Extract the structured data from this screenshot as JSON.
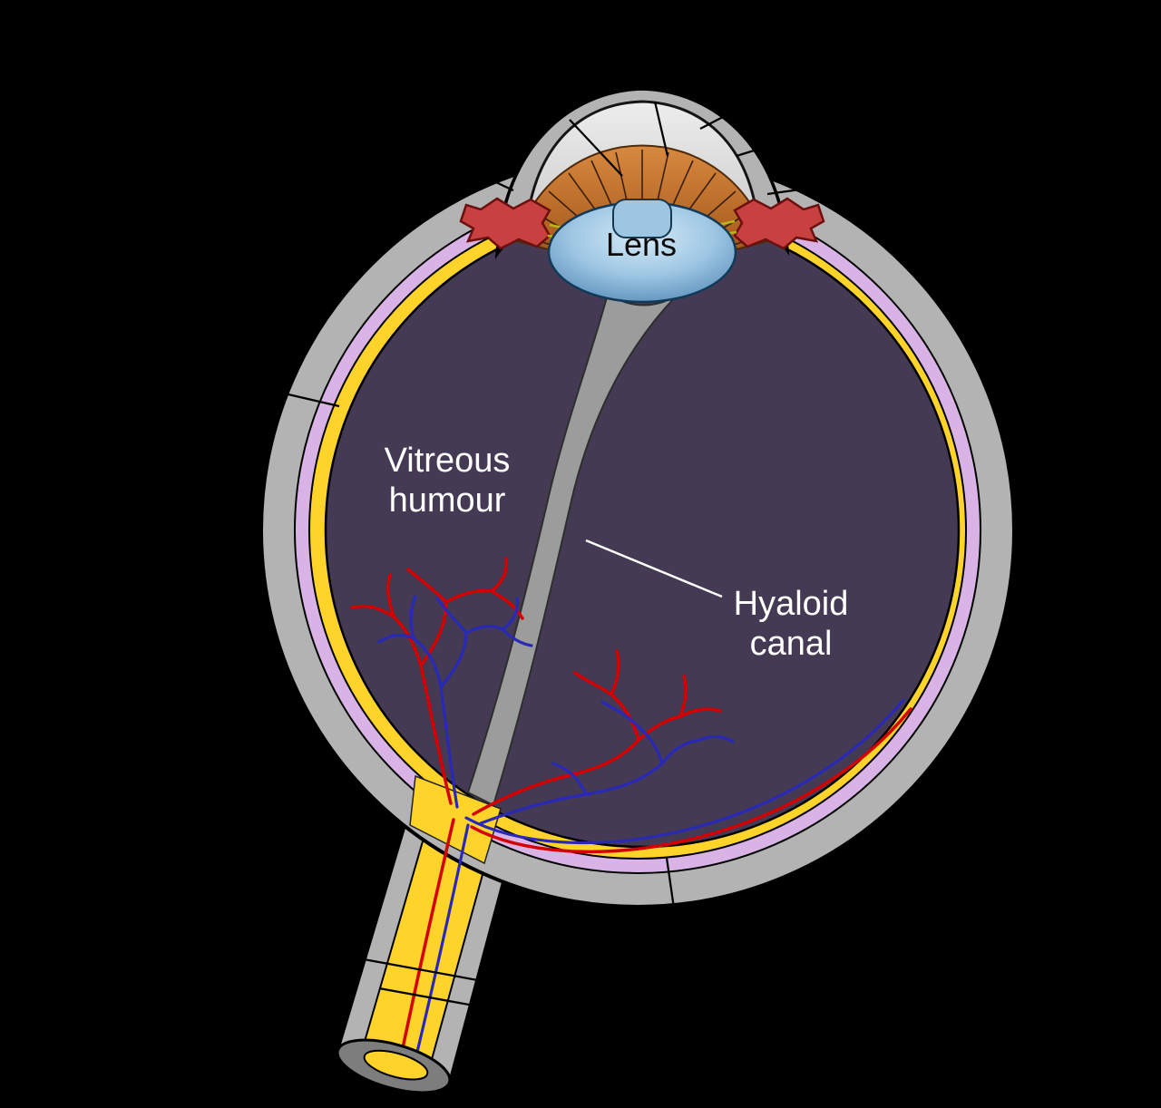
{
  "figure": {
    "type": "anatomical-diagram",
    "subject": "human-eye-cross-section",
    "labels": {
      "lens": "Lens",
      "vitreous": {
        "line1": "Vitreous",
        "line2": "humour"
      },
      "hyaloid": {
        "line1": "Hyaloid",
        "line2": "canal"
      }
    },
    "colors": {
      "background": "#000000",
      "sclera_gray": "#b3b3b3",
      "choroid_purple": "#d9b3e5",
      "retina_yellow": "#ffd42a",
      "vitreous_dark": "#453a54",
      "cornea_gray": "#e0e0e0",
      "iris_orange": "#c87137",
      "lens_blue": "#87b5d9",
      "ciliary_red": "#c94040",
      "canal_gray": "#9c9c9c",
      "optic_cut_face_gray": "#7d7d7d",
      "vessel_red": "#d40000",
      "vessel_blue": "#2929b8",
      "label_white": "#ffffff"
    }
  }
}
